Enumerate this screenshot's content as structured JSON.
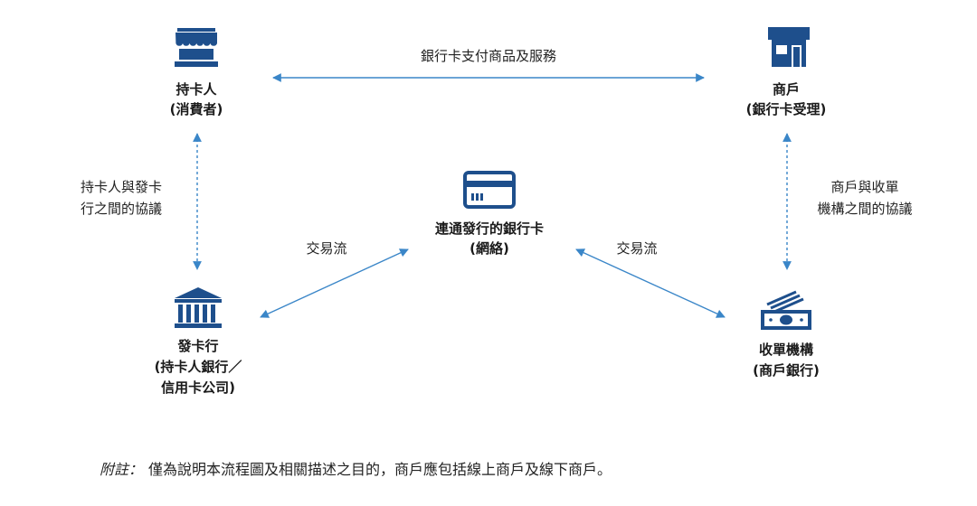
{
  "nodes": {
    "cardholder": {
      "line1": "持卡人",
      "line2": "(消費者)",
      "icon": "storefront-icon"
    },
    "merchant": {
      "line1": "商戶",
      "line2": "(銀行卡受理)",
      "icon": "shop-icon"
    },
    "network": {
      "line1": "連通發行的銀行卡",
      "line2": "(網絡)",
      "icon": "credit-card-icon"
    },
    "issuer": {
      "line1": "發卡行",
      "line2": "(持卡人銀行／",
      "line3": "信用卡公司)",
      "icon": "bank-icon"
    },
    "acquirer": {
      "line1": "收單機構",
      "line2": "(商戶銀行)",
      "icon": "cash-icon"
    }
  },
  "edges": {
    "top": "銀行卡支付商品及服務",
    "left": {
      "line1": "持卡人與發卡",
      "line2": "行之間的協議"
    },
    "right": {
      "line1": "商戶與收單",
      "line2": "機構之間的協議"
    },
    "diag_left": "交易流",
    "diag_right": "交易流"
  },
  "footnote": {
    "label": "附註：",
    "text": "僅為說明本流程圖及相關描述之目的，商戶應包括線上商戶及線下商戶。"
  },
  "colors": {
    "icon": "#1e4f8c",
    "arrow": "#3a86c8"
  }
}
